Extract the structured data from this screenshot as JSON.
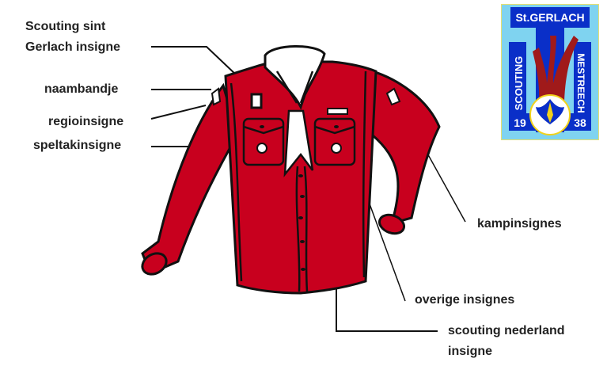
{
  "diagram": {
    "subject": "scout shirt with badge positions",
    "colors": {
      "shirt": "#c8001e",
      "outline": "#111111",
      "scarf": "#ffffff",
      "label_text": "#222222",
      "logo_background": "#7fd3f0",
      "logo_cross": "#0a2fc8",
      "logo_tree": "#a01a1a",
      "logo_emblem": "#f2d21a"
    },
    "labels": {
      "gerlach_line1": "Scouting sint",
      "gerlach_line2": "Gerlach insigne",
      "naambandje": "naambandje",
      "regioinsigne": "regioinsigne",
      "speltakinsigne": "speltakinsigne",
      "kampinsignes": "kampinsignes",
      "overige": "overige insignes",
      "sn_line1": "scouting nederland",
      "sn_line2": "insigne"
    },
    "logo": {
      "top_text": "St.GERLACH",
      "left_text": "SCOUTING",
      "right_text": "MESTREECH",
      "year_left": "19",
      "year_right": "38"
    }
  }
}
